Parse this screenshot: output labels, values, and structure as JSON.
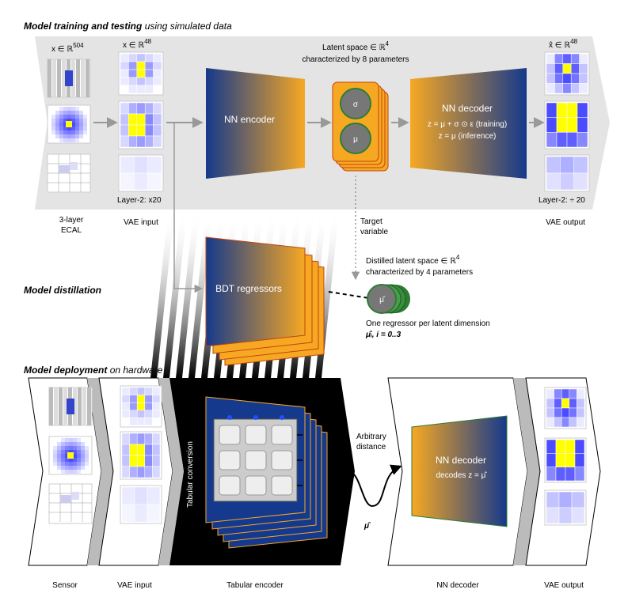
{
  "sections": {
    "training": {
      "title": "Model training and testing",
      "subtitle": "using simulated data"
    },
    "distillation": {
      "title": "Model distillation"
    },
    "deployment": {
      "title": "Model deployment",
      "subtitle": "on hardware"
    }
  },
  "training": {
    "input_dim_label": "x ∈ ℝ",
    "input_dim_exp": "504",
    "vae_in_dim_label": "x ∈ ℝ",
    "vae_in_dim_exp": "48",
    "latent_label": "Latent space ∈ ℝ",
    "latent_exp": "4",
    "latent_sub": "characterized by 8 parameters",
    "sigma": "σ",
    "mu": "μ",
    "encoder": "NN encoder",
    "decoder": "NN decoder",
    "decoder_eq1": "z = μ + σ ⊙ ε (training)",
    "decoder_eq2": "z = μ  (inference)",
    "out_dim_label": "x̂  ∈ ℝ",
    "out_dim_exp": "48",
    "layer2_in": "Layer-2: x20",
    "layer2_out": "Layer-2: ÷ 20",
    "ecal_label_1": "3-layer",
    "ecal_label_2": "ECAL",
    "vae_input": "VAE input",
    "vae_output": "VAE output",
    "target_1": "Target",
    "target_2": "variable"
  },
  "distill": {
    "bdt": "BDT regressors",
    "latent_label": "Distilled latent space ∈ ℝ",
    "latent_exp": "4",
    "latent_sub": "characterized by 4 parameters",
    "mu_hat": "μ̂",
    "note_1": "One regressor per latent dimension",
    "note_2": "μ̂ᵢ, i = 0..3"
  },
  "deploy": {
    "tabular_conversion": "Tabular conversion",
    "arbitrary_1": "Arbitrary",
    "arbitrary_2": "distance",
    "mu_hat": "μ̂",
    "decoder": "NN decoder",
    "decoder_sub": "decodes z = μ̂",
    "sensor": "Sensor",
    "vae_input": "VAE input",
    "tabular_encoder": "Tabular encoder",
    "nn_decoder": "NN decoder",
    "vae_output": "VAE output"
  },
  "colors": {
    "blue": "#1a3a8a",
    "orange": "#f7a823",
    "yellow": "#ffff00",
    "panel": "#e4e4e4",
    "green": "#2e7d32"
  }
}
